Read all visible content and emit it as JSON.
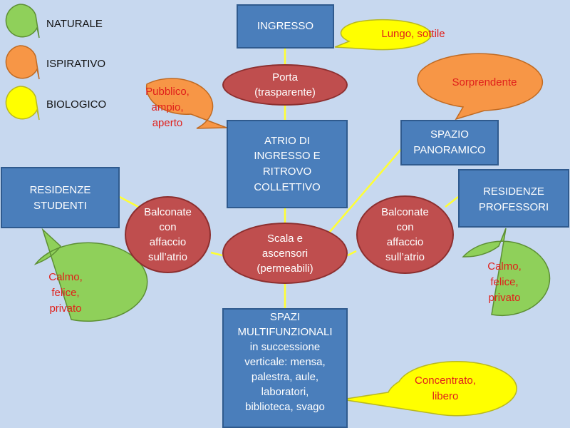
{
  "colors": {
    "background": "#c7d8ef",
    "box_fill": "#4a7ebb",
    "ellipse_fill": "#bf4e4e",
    "natural": "#8fd05a",
    "inspirational": "#f79646",
    "biological": "#ffff00",
    "connector": "#ffff33",
    "bubble_text": "#e0201b"
  },
  "legend": [
    {
      "label": "NATURALE",
      "color_key": "natural"
    },
    {
      "label": "ISPIRATIVO",
      "color_key": "inspirational"
    },
    {
      "label": "BIOLOGICO",
      "color_key": "biological"
    }
  ],
  "boxes": {
    "ingresso": "INGRESSO",
    "atrio": "ATRIO DI\nINGRESSO E\nRITROVO\nCOLLETTIVO",
    "residenze_studenti": "RESIDENZE\nSTUDENTI",
    "spazio_panoramico": "SPAZIO\nPANORAMICO",
    "residenze_professori": "RESIDENZE\nPROFESSORI",
    "spazi_multifunzionali": "SPAZI\nMULTIFUNZIONALI\nin successione\nverticale: mensa,\npalestra, aule,\nlaboratori,\nbiblioteca, svago"
  },
  "ellipses": {
    "porta": "Porta\n(trasparente)",
    "scala": "Scala e\nascensori\n(permeabili)",
    "balconate_left": "Balconate\ncon\naffaccio\nsull’atrio",
    "balconate_right": "Balconate\ncon\naffaccio\nsull’atrio"
  },
  "bubbles": {
    "lungo": "Lungo, sottile",
    "pubblico": "Pubblico,\nampio,\naperto",
    "sorprendente": "Sorprendente",
    "calmo_left": "Calmo,\nfelice,\nprivato",
    "calmo_right": "Calmo,\nfelice,\nprivato",
    "concentrato": "Concentrato,\nlibero"
  }
}
